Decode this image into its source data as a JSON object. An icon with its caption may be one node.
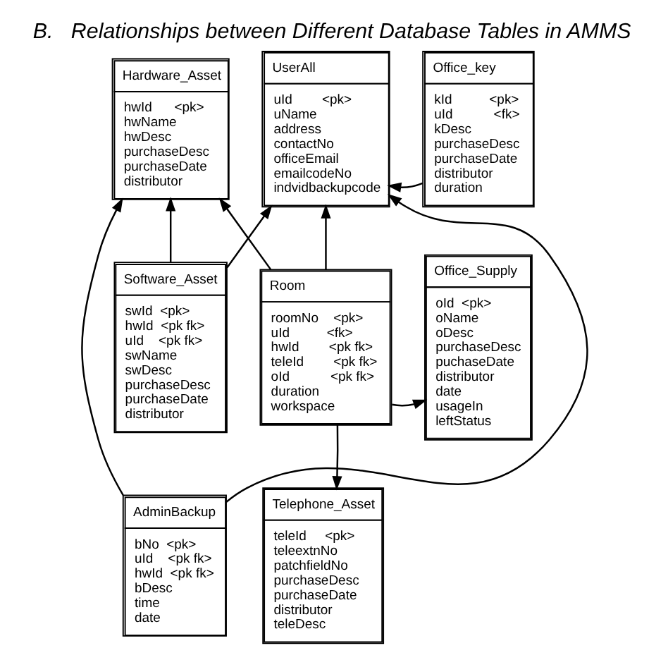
{
  "diagram": {
    "title": "B.   Relationships between Different Database Tables in AMMS",
    "nodes": [
      {
        "text": [
          "Hardware_Asset",
          "hwId      <pk>",
          "hwName",
          "hwDesc",
          "purchaseDesc",
          "purchaseDate",
          "distributor"
        ]
      },
      {
        "text": [
          "UserAll",
          "uId        <pk>",
          "uName",
          "address",
          "contactNo",
          "officeEmail",
          "emailcodeNo",
          "indvidbackupcode"
        ]
      },
      {
        "text": [
          "Office_key",
          "kId          <pk>",
          "uId           <fk>",
          "kDesc",
          "purchaseDesc",
          "purchaseDate",
          "distributor",
          "duration"
        ]
      },
      {
        "text": [
          "Software_Asset",
          "swId  <pk>",
          "hwId  <pk fk>",
          "uId    <pk fk>",
          "swName",
          "swDesc",
          "purchaseDesc",
          "purchaseDate",
          "distributor"
        ]
      },
      {
        "text": [
          "Room",
          "roomNo    <pk>",
          "uId          <fk>",
          "hwId        <pk fk>",
          "teleId        <pk fk>",
          "oId           <pk fk>",
          "duration",
          "workspace"
        ]
      },
      {
        "text": [
          "Office_Supply",
          "oId  <pk>",
          "oName",
          "oDesc",
          "purchaseDesc",
          "puchaseDate",
          "distributor",
          "date",
          "usageIn",
          "leftStatus"
        ]
      },
      {
        "text": [
          "AdminBackup",
          "bNo  <pk>",
          "uId    <pk fk>",
          "hwId  <pk fk>",
          "bDesc",
          "time",
          "date"
        ]
      },
      {
        "text": [
          "Telephone_Asset",
          "teleId     <pk>",
          "teleextnNo",
          "patchfieldNo",
          "purchaseDesc",
          "purchaseDate",
          "distributor",
          "teleDesc"
        ]
      }
    ],
    "edges": [
      {
        "from": 3,
        "to": 0,
        "arrow": "to"
      },
      {
        "from": 4,
        "to": 0,
        "arrow": "to"
      },
      {
        "from": 6,
        "to": 0,
        "arrow": "to"
      },
      {
        "from": 3,
        "to": 1,
        "arrow": "to"
      },
      {
        "from": 6,
        "to": 1,
        "arrow": "to"
      },
      {
        "from": 4,
        "to": 1,
        "arrow": "to"
      },
      {
        "from": 2,
        "to": 1,
        "arrow": "to"
      },
      {
        "from": 4,
        "to": 5,
        "arrow": "to"
      },
      {
        "from": 4,
        "to": 7,
        "arrow": "to"
      }
    ]
  }
}
